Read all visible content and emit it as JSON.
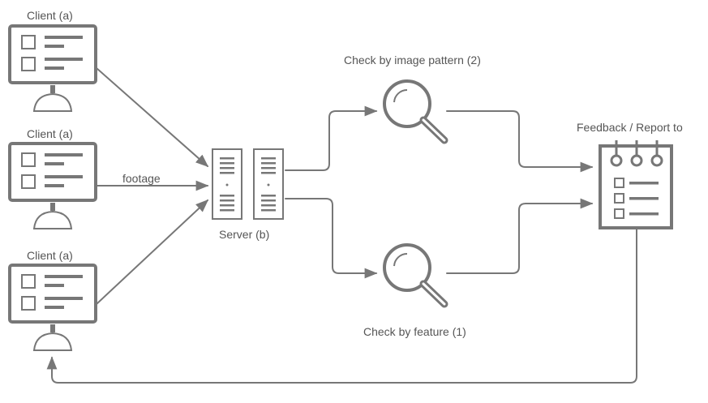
{
  "clients": [
    {
      "label": "Client (a)"
    },
    {
      "label": "Client (a)"
    },
    {
      "label": "Client (a)"
    }
  ],
  "edge_labels": {
    "footage": "footage"
  },
  "server": {
    "label": "Server (b)"
  },
  "checks": {
    "image_pattern": "Check by image pattern (2)",
    "feature": "Check by feature (1)"
  },
  "report": {
    "label": "Feedback / Report to"
  },
  "colors": {
    "stroke": "#777777",
    "text": "#555555",
    "background": "#ffffff"
  }
}
